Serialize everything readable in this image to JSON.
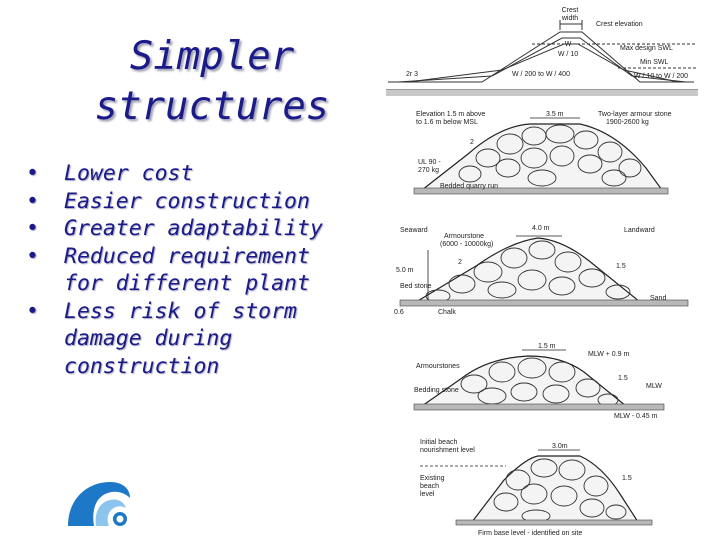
{
  "slide": {
    "title_lines": [
      "Simpler",
      "structures"
    ],
    "bullets": [
      {
        "lines": [
          "Lower cost"
        ]
      },
      {
        "lines": [
          "Easier construction"
        ]
      },
      {
        "lines": [
          "Greater adaptability"
        ]
      },
      {
        "lines": [
          "Reduced requirement",
          "for different plant"
        ]
      },
      {
        "lines": [
          "Less risk of storm",
          "damage during",
          "construction"
        ]
      }
    ],
    "bullet_glyph": "•"
  },
  "figures": {
    "fig1": {
      "crest_width": [
        "Crest",
        "width"
      ],
      "crest_elevation": "Crest elevation",
      "w": "W",
      "w_over_10": "W / 10",
      "max_design_swl": "Max design SWL",
      "min_swl": "Min SWL",
      "w200_w400": "W / 200 to W / 400",
      "w10_w200": "W / 10 to W / 200",
      "left_note": "2r  3"
    },
    "fig2": {
      "elevation": [
        "Elevation 1.5 m above",
        "to 1.6 m below MSL"
      ],
      "width": "3.5 m",
      "armour": [
        "Two-layer armour stone",
        "1900-2600 kg"
      ],
      "ul": [
        "UL 90 -",
        "270 kg"
      ],
      "slope": "2",
      "bedded": "Bedded quarry run"
    },
    "fig3": {
      "seaward": "Seaward",
      "landward": "Landward",
      "width": "4.0 m",
      "armourstone": [
        "Armourstone",
        "(6000 - 10000kg)"
      ],
      "height": "5.0 m",
      "slope_left": "2",
      "slope_right": "1.5",
      "bedstone": "Bed stone",
      "chalk": "Chalk",
      "sand": "Sand",
      "depth": "0.6"
    },
    "fig4": {
      "width": "1.5 m",
      "mlw_plus": "MLW + 0.9 m",
      "armourstones": "Armourstones",
      "slope_right": "1.5",
      "bedding": "Bedding stone",
      "mlw": "MLW",
      "mlw_minus": "MLW - 0.45 m"
    },
    "fig5": {
      "initial": [
        "Initial beach",
        "nourishment level"
      ],
      "width": "3.0m",
      "existing": [
        "Existing",
        "beach",
        "level"
      ],
      "slope": "1.5",
      "firm": "Firm base level - identified on site"
    }
  },
  "colors": {
    "text": "#1a1a8a",
    "logo_blue": "#1e78c8",
    "logo_light": "#8cc4ee"
  }
}
